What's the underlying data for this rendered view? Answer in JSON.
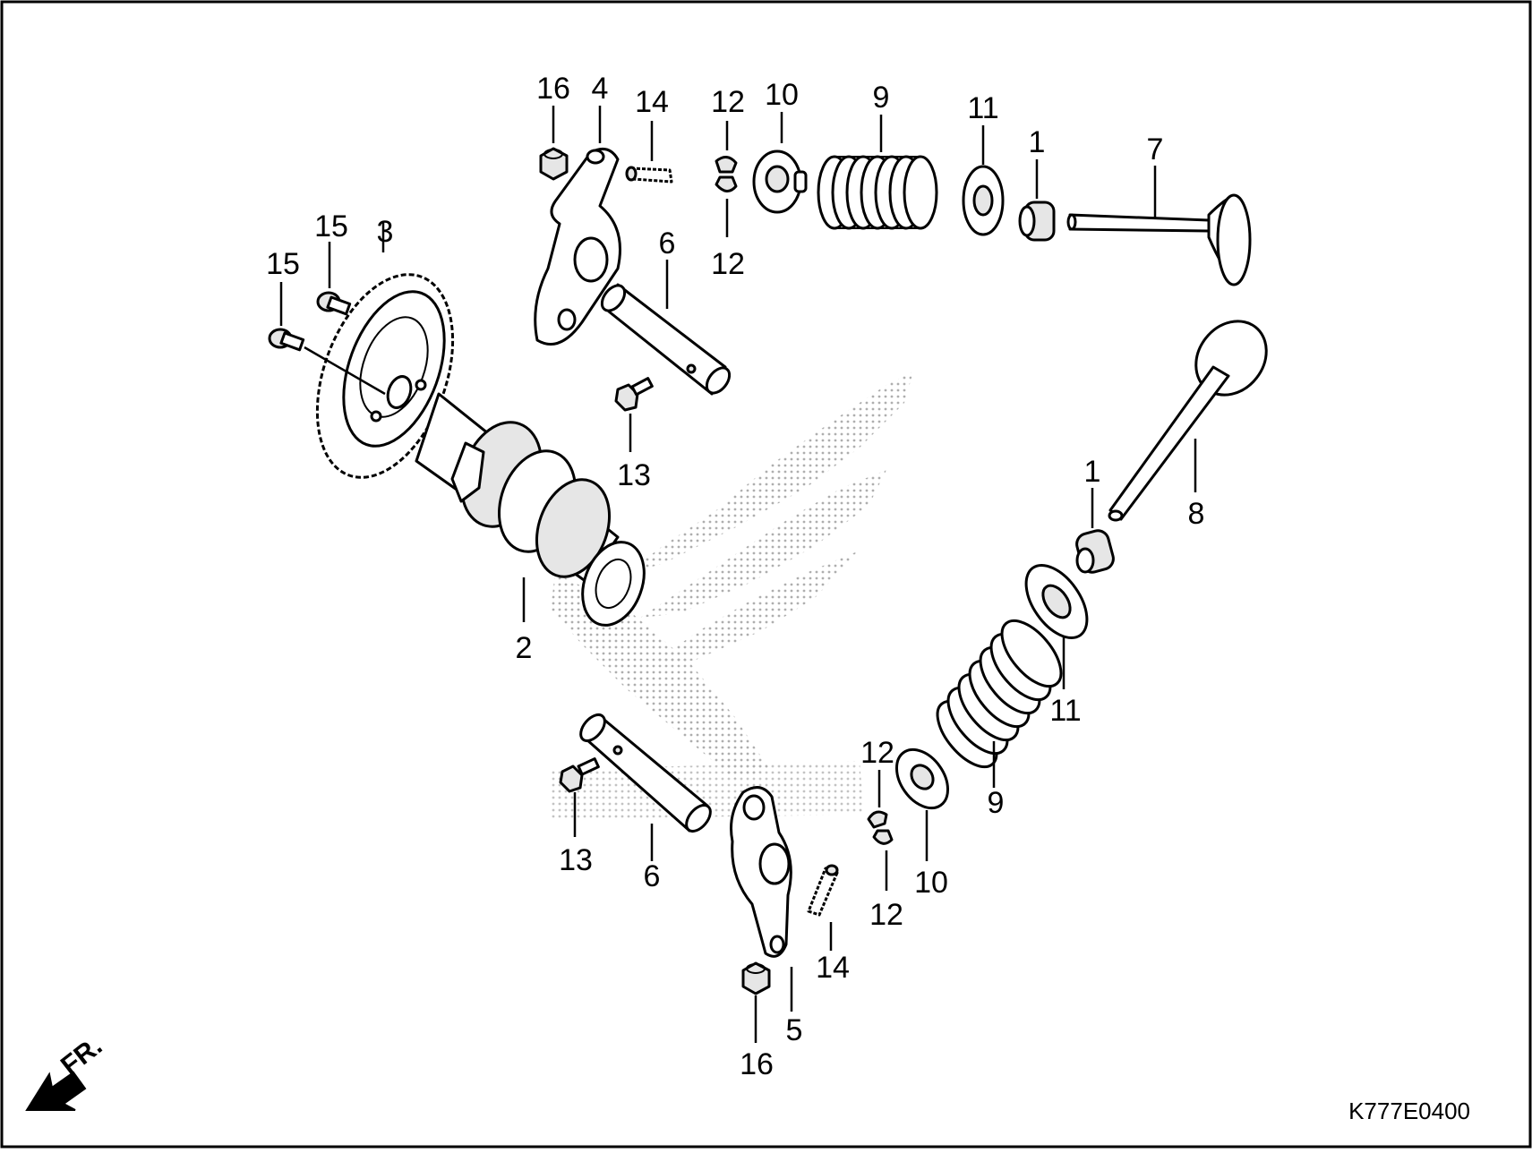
{
  "diagram": {
    "part_labels": {
      "p1a": "1",
      "p1b": "1",
      "p2": "2",
      "p3": "3",
      "p4": "4",
      "p5": "5",
      "p6a": "6",
      "p6b": "6",
      "p7": "7",
      "p8": "8",
      "p9a": "9",
      "p9b": "9",
      "p10a": "10",
      "p10b": "10",
      "p11a": "11",
      "p11b": "11",
      "p12a": "12",
      "p12b": "12",
      "p12c": "12",
      "p12d": "12",
      "p13a": "13",
      "p13b": "13",
      "p14a": "14",
      "p14b": "14",
      "p15a": "15",
      "p15b": "15",
      "p16a": "16",
      "p16b": "16"
    },
    "front_marker": "FR.",
    "diagram_code": "K777E0400"
  }
}
